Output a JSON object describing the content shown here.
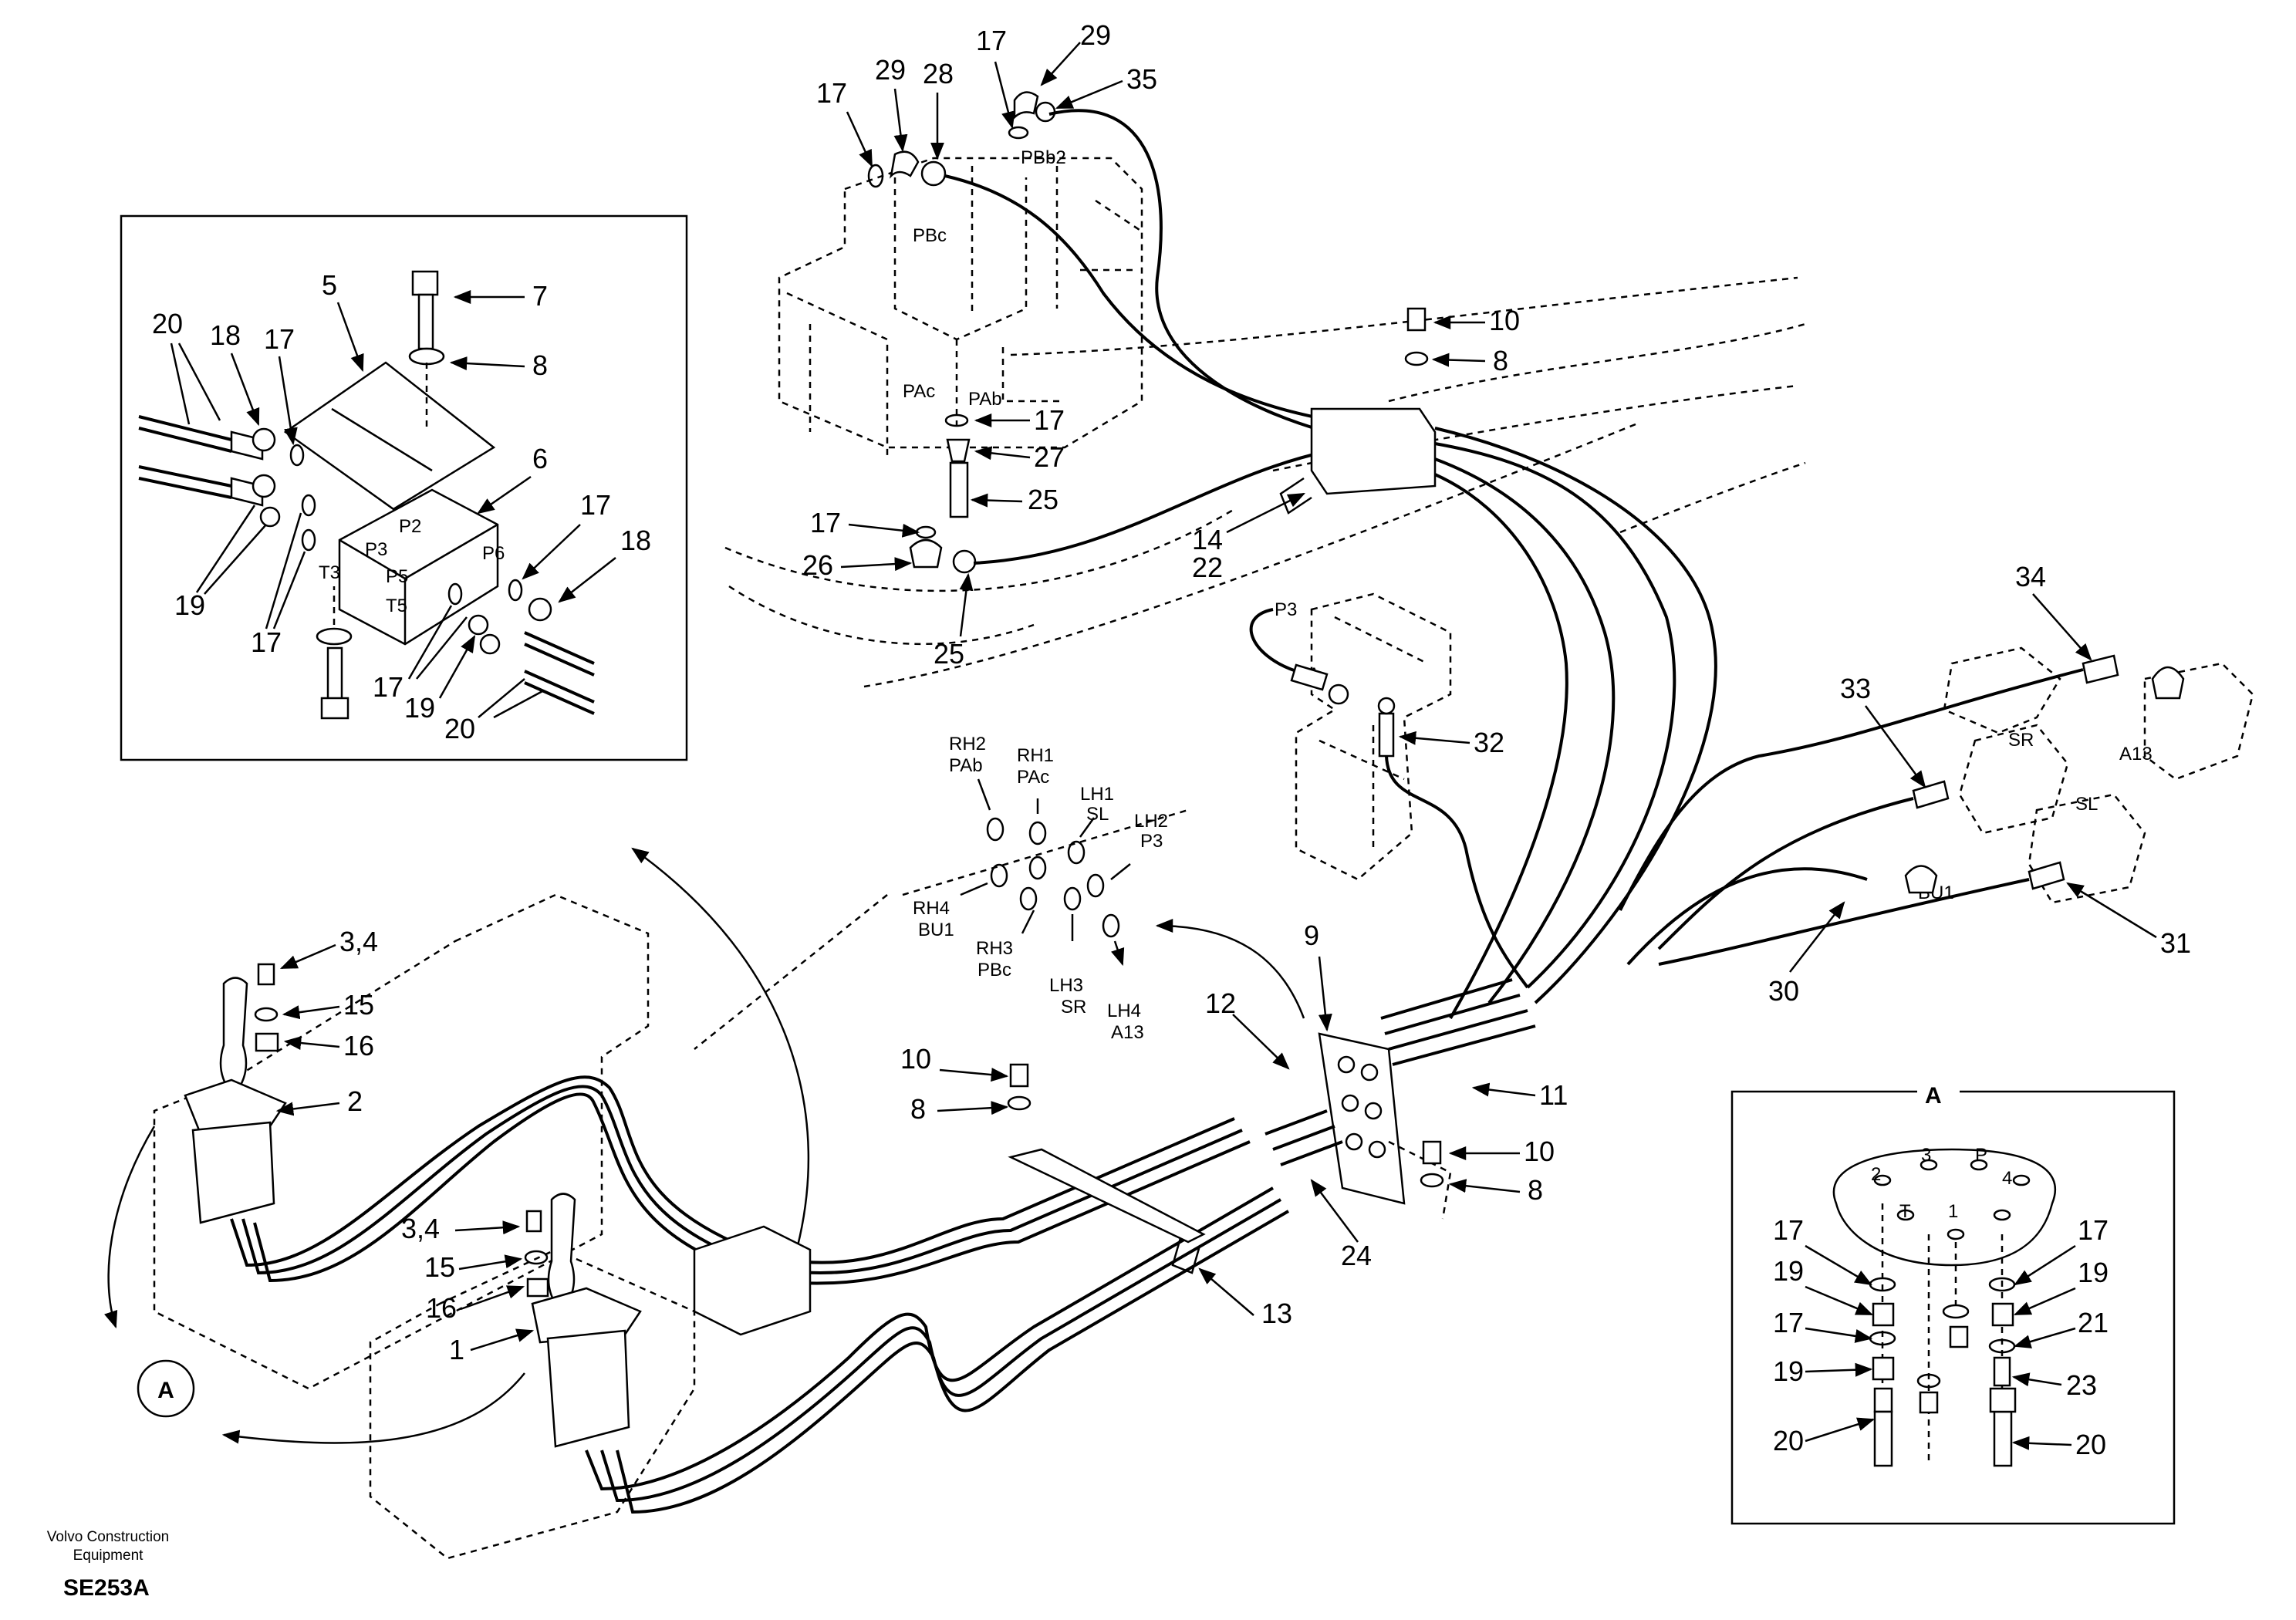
{
  "callouts": {
    "c5": "5",
    "c7": "7",
    "c8a": "8",
    "c6": "6",
    "c20a": "20",
    "c18a": "18",
    "c17a": "17",
    "c17b": "17",
    "c17c": "17",
    "c19a": "19",
    "c18b": "18",
    "c17d": "17",
    "c19b": "19",
    "c20b": "20",
    "t17a": "17",
    "t29a": "29",
    "t28": "28",
    "t17b": "17",
    "t29b": "29",
    "t35": "35",
    "t10a": "10",
    "t8a": "8",
    "t17c": "17",
    "t27": "27",
    "t25a": "25",
    "t17d": "17",
    "t26": "26",
    "t25b": "25",
    "t14": "14",
    "t22": "22",
    "t34": "34",
    "t33": "33",
    "t32": "32",
    "t30": "30",
    "t31": "31",
    "t34b": "3,4",
    "t15a": "15",
    "t16a": "16",
    "t2": "2",
    "t9": "9",
    "t12": "12",
    "t11": "11",
    "t10b": "10",
    "t8b": "8",
    "t10c": "10",
    "t8c": "8",
    "t24": "24",
    "t13": "13",
    "t34c": "3,4",
    "t15b": "15",
    "t16b": "16",
    "t1": "1",
    "a17a": "17",
    "a17b": "17",
    "a19a": "19",
    "a19b": "19",
    "a17c": "17",
    "a21": "21",
    "a19c": "19",
    "a23": "23",
    "a20a": "20",
    "a20b": "20"
  },
  "ports": {
    "P2": "P2",
    "P3": "P3",
    "P6": "P6",
    "P5": "P5",
    "T5": "T5",
    "T3": "T3",
    "PBc": "PBc",
    "PBb2": "PBb2",
    "PAc": "PAc",
    "PAb": "PAb",
    "P3b": "P3",
    "A": "A",
    "SR": "SR",
    "SL": "SL",
    "BU1": "BU1",
    "A13": "A13"
  },
  "pattern": {
    "rh2": [
      "RH2",
      "PAb"
    ],
    "rh1": [
      "RH1",
      "PAc"
    ],
    "lh1": [
      "LH1",
      "SL"
    ],
    "lh2": [
      "LH2",
      "P3"
    ],
    "rh4": [
      "RH4",
      "BU1"
    ],
    "rh3": [
      "RH3",
      "PBc"
    ],
    "lh3": [
      "LH3",
      "SR"
    ],
    "lh4": [
      "LH4",
      "A13"
    ]
  },
  "detailA": {
    "title": "A",
    "ports": {
      "n3": "3",
      "nP": "P",
      "n2": "2",
      "n4": "4",
      "nT": "T",
      "n1": "1"
    }
  },
  "refCircle": "A",
  "footer": {
    "company": "Volvo Construction",
    "company2": "Equipment",
    "code": "SE253A"
  }
}
